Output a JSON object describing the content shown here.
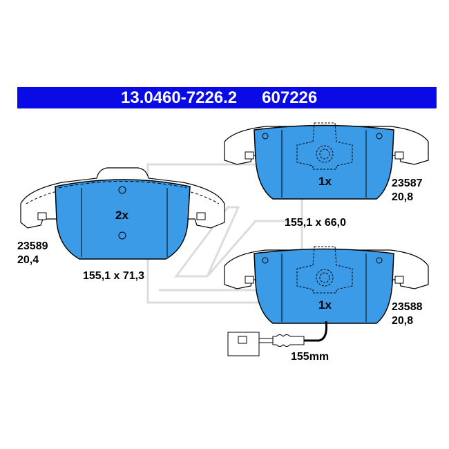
{
  "header": {
    "part_number": "13.0460-7226.2",
    "ref_number": "607226"
  },
  "colors": {
    "header_bg": "#0a0ae6",
    "pad_fill": "#3c9be6",
    "outline": "#000000",
    "watermark": "#dcdcdc"
  },
  "watermark": {
    "icon": "ate-logo-watermark"
  },
  "pads": [
    {
      "quantity": "2x",
      "code": "23589",
      "thickness": "20,4",
      "dimensions": "155,1 x 71,3"
    },
    {
      "quantity": "1x",
      "code": "23587",
      "thickness": "20,8",
      "dimensions": "155,1 x 66,0"
    },
    {
      "quantity": "1x",
      "code": "23588",
      "thickness": "20,8",
      "wire_length": "155mm"
    }
  ]
}
